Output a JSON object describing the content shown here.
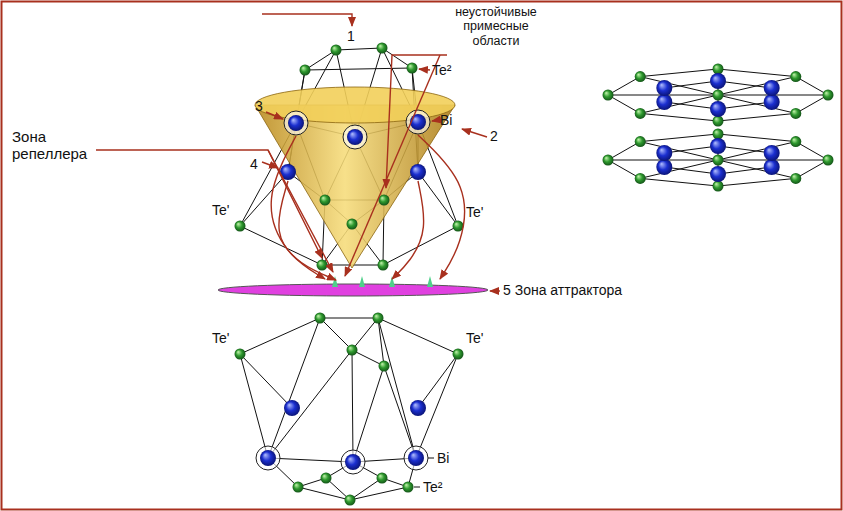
{
  "diagram": {
    "labels": [
      "неустойчивые примесные области",
      "1",
      "Te²",
      "3",
      "Bi",
      "2",
      "Зона репеллера",
      "4",
      "Te'",
      "Te'",
      "5 Зона аттрактора",
      "Te'",
      "Te'",
      "Bi",
      "Te²"
    ]
  }
}
